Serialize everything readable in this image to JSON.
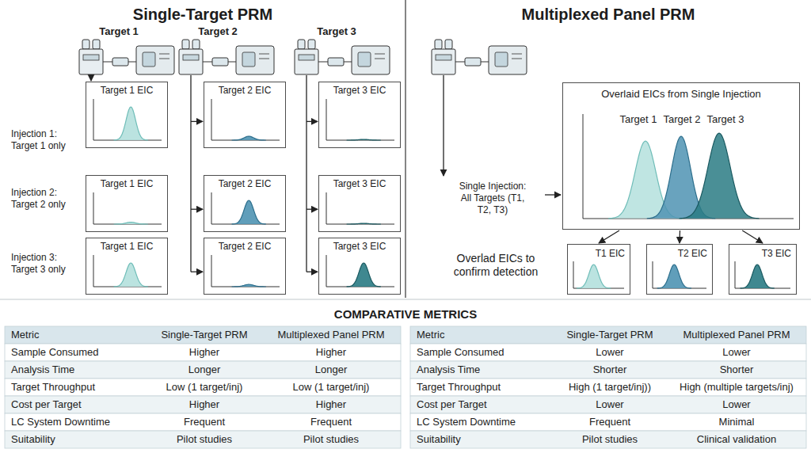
{
  "diagram": {
    "nodes": [
      {
        "text": [
          "Target 1 EIC"
        ]
      },
      {
        "text": [
          "Target 2 EIC"
        ]
      },
      {
        "text": [
          "Target 3 EIC"
        ]
      },
      {
        "text": [
          "Target 1 EIC"
        ]
      },
      {
        "text": [
          "Target 2 EIC"
        ]
      },
      {
        "text": [
          "Target 3 EIC"
        ]
      },
      {
        "text": [
          "Target 1 EIC"
        ]
      },
      {
        "text": [
          "Target 2 EIC"
        ]
      },
      {
        "text": [
          "Target 3 EIC"
        ]
      },
      {
        "text": [
          "Overlaid EICs from Single Injection",
          "Target 1",
          "Target 2",
          "Target 3"
        ]
      },
      {
        "text": [
          "T1 EIC"
        ]
      },
      {
        "text": [
          "T2 EIC"
        ]
      },
      {
        "text": [
          "T3 EIC"
        ]
      }
    ],
    "edges": [
      {
        "from": 9,
        "to": 10,
        "arrow": "to"
      },
      {
        "from": 9,
        "to": 11,
        "arrow": "to"
      },
      {
        "from": 9,
        "to": 12,
        "arrow": "to"
      }
    ],
    "labels": [
      "Single-Target PRM",
      "Multiplexed Panel PRM",
      "Target 1",
      "Target 2",
      "Target 3",
      "Injection 1: Target 1 only",
      "Injection 2: Target 2 only",
      "Injection 3: Target 3 only",
      "Single Injection: All Targets (T1, T2, T3)",
      "Overlad EICs to confirm detection",
      "COMPARATIVE METRICS",
      "Metric",
      "Single-Target PRM",
      "Multiplexed Panel PRM",
      "Sample Consumed",
      "Higher",
      "Higher",
      "Analysis Time",
      "Longer",
      "Longer",
      "Target Throughput",
      "Low (1 target/inj)",
      "Low (1 target/inj)",
      "Cost per Target",
      "Higher",
      "Higher",
      "LC System Downtime",
      "Frequent",
      "Frequent",
      "Suitability",
      "Pilot studies",
      "Pilot studies",
      "Metric",
      "Single-Target PRM",
      "Multiplexed Panel PRM",
      "Sample Consumed",
      "Lower",
      "Lower",
      "Analysis Time",
      "Shorter",
      "Shorter",
      "Target Throughput",
      "High (1 target/inj))",
      "High (multiple targets/inj)",
      "Cost per Target",
      "Lower",
      "Lower",
      "LC System Downtime",
      "Frequent",
      "Minimal",
      "Suitability",
      "Pilot studies",
      "Clinical validation"
    ]
  }
}
